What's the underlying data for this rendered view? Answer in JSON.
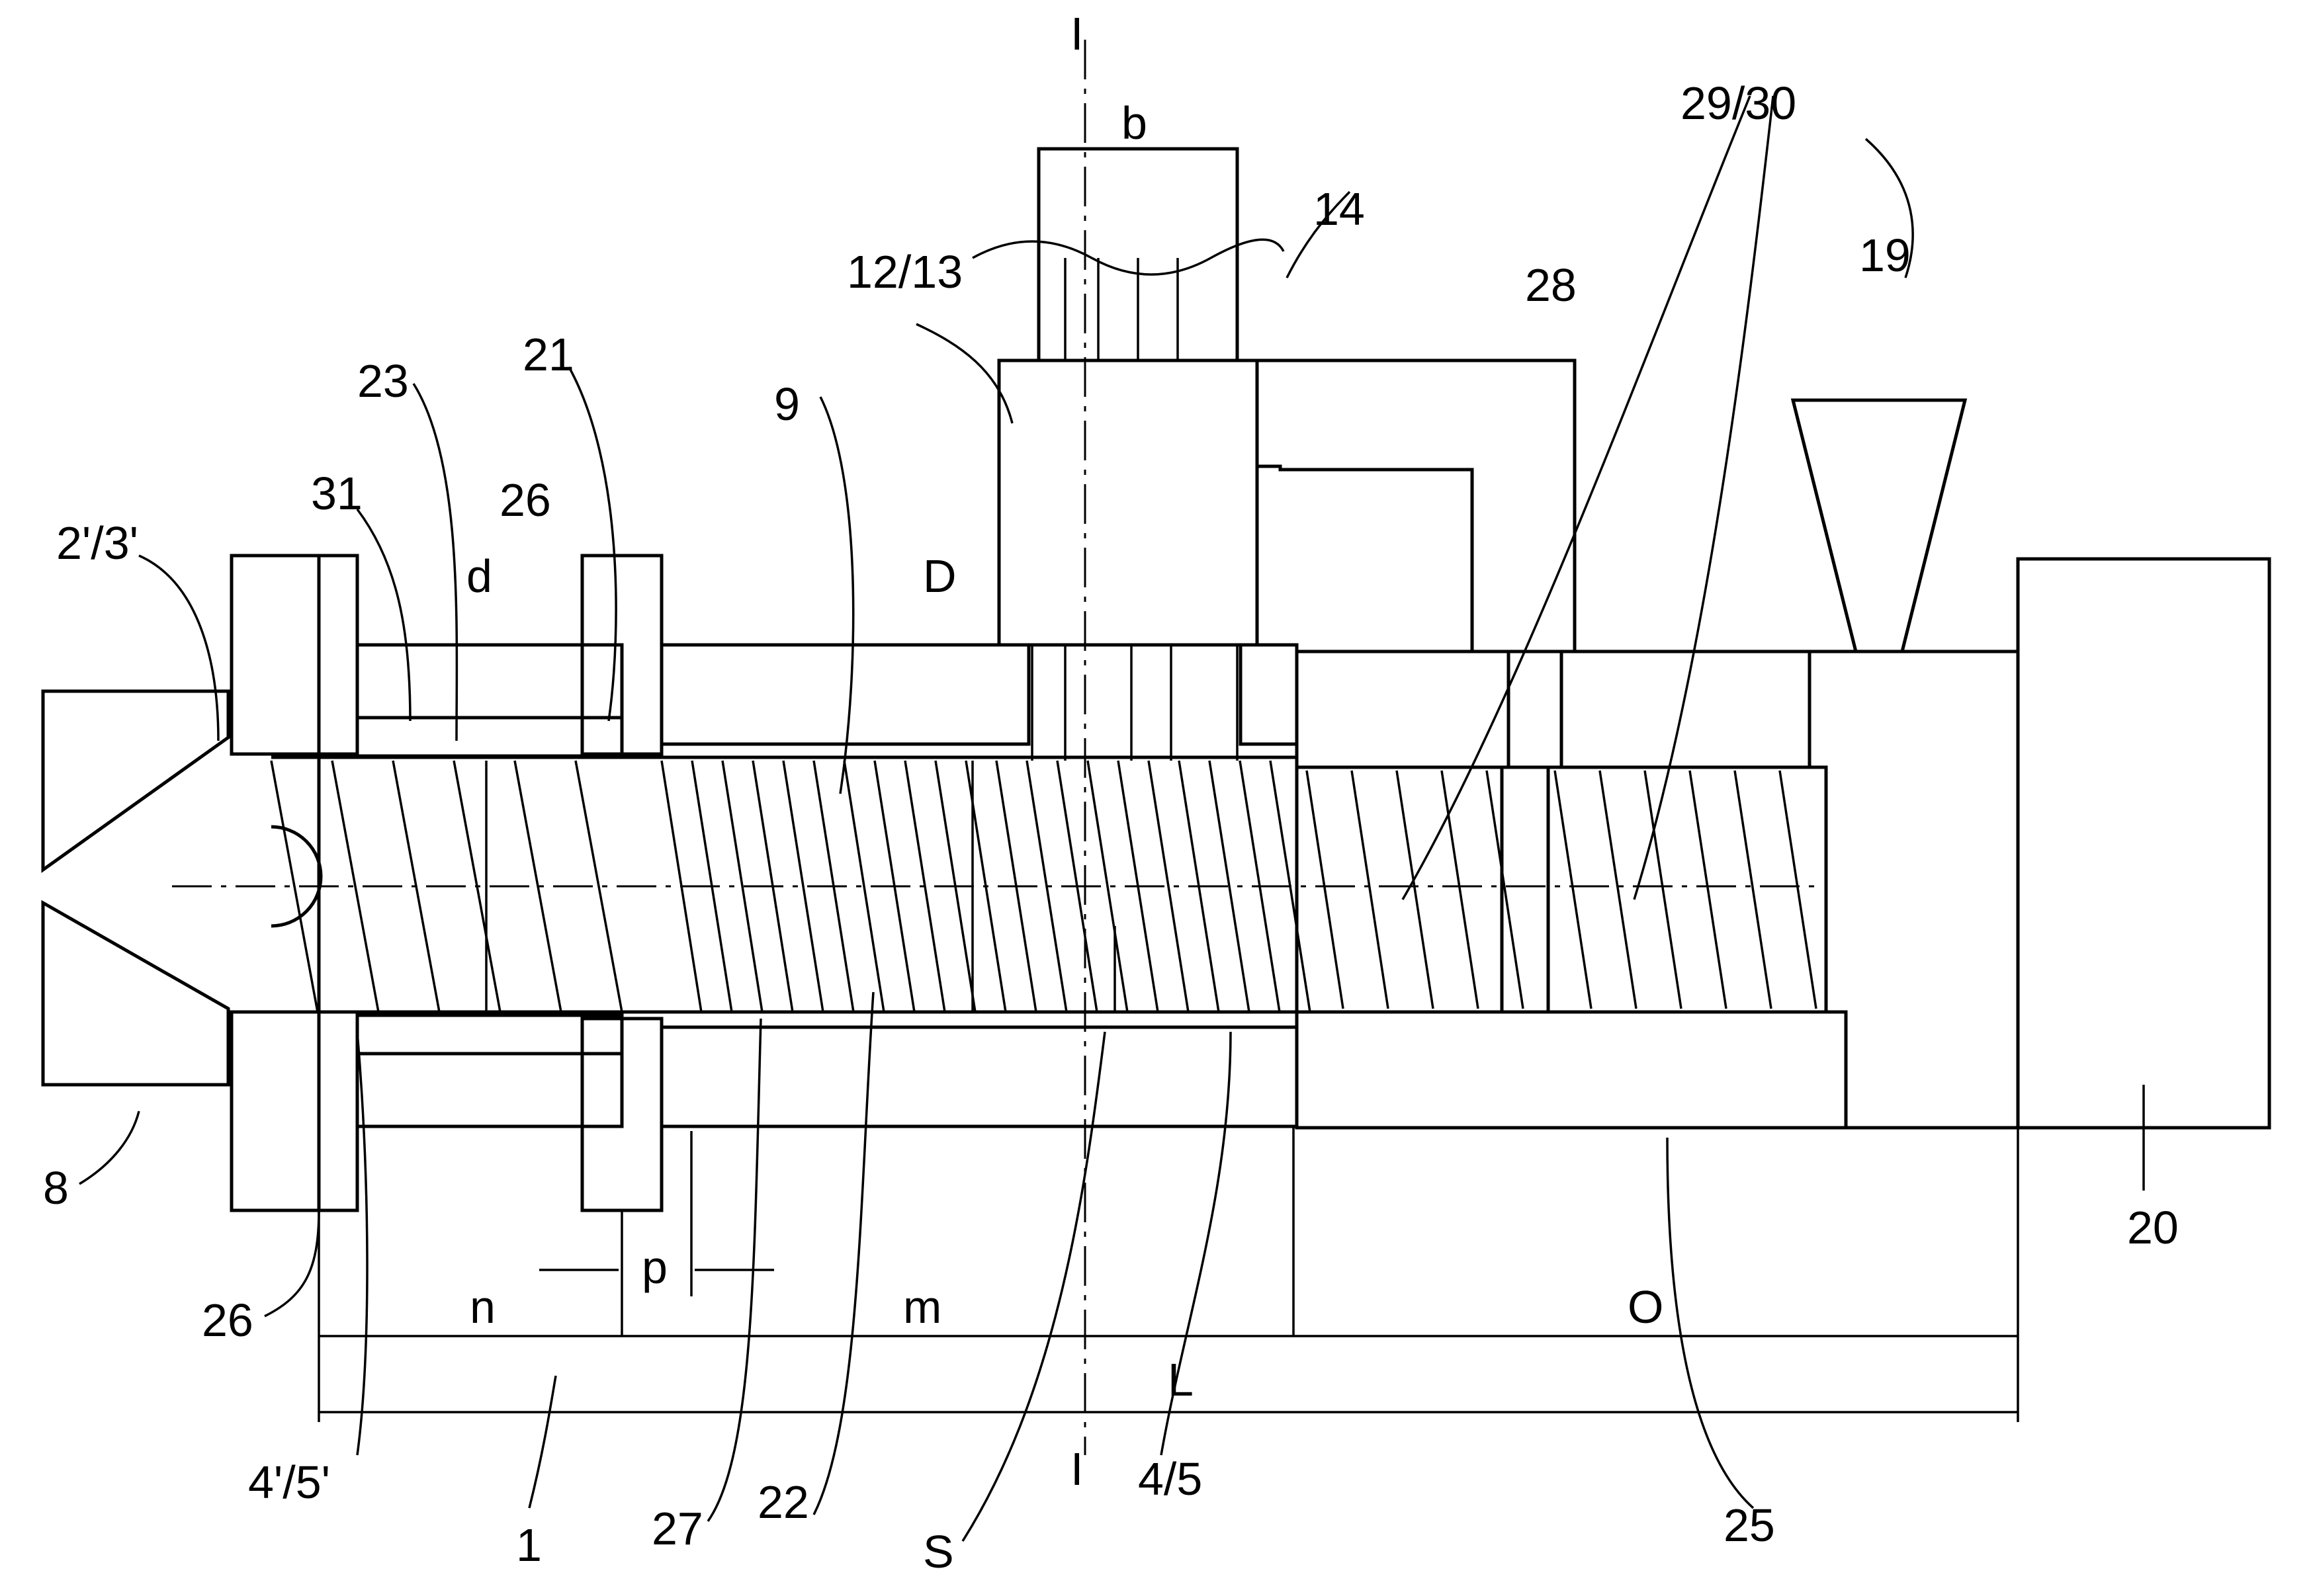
{
  "labels": {
    "section_top": "I",
    "section_bottom": "I",
    "b": "b",
    "dim_29_30": "29/30",
    "dim_14": "14",
    "dim_12_13": "12/13",
    "dim_28": "28",
    "dim_19": "19",
    "dim_23": "23",
    "dim_21": "21",
    "dim_9": "9",
    "dim_31": "31",
    "dim_26_top": "26",
    "dim_2_3": "2'/3'",
    "d": "d",
    "D": "D",
    "dim_8": "8",
    "dim_20": "20",
    "dim_26_bottom": "26",
    "n": "n",
    "p": "p",
    "m": "m",
    "O": "O",
    "L": "L",
    "dim_4_5_prime": "4'/5'",
    "dim_1": "1",
    "dim_27": "27",
    "dim_22": "22",
    "S": "S",
    "dim_4_5": "4/5",
    "dim_25": "25"
  }
}
